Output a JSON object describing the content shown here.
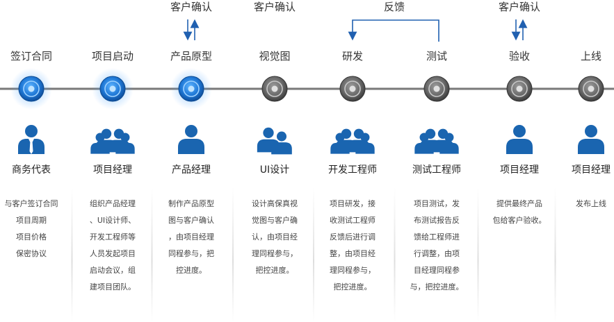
{
  "colors": {
    "active": "#1e6fc1",
    "inactive": "#666666",
    "icon_blue": "#1a65b0",
    "arrow": "#2060b0"
  },
  "top_notes": [
    {
      "id": "confirm-1",
      "text": "客户确认",
      "arrows": "updown"
    },
    {
      "id": "confirm-2",
      "text": "客户确认",
      "arrows": "none"
    },
    {
      "id": "feedback",
      "text": "反馈",
      "arrows": "loop"
    },
    {
      "id": "confirm-3",
      "text": "客户确认",
      "arrows": "updown"
    }
  ],
  "stages": [
    {
      "label": "签订合同",
      "active": true,
      "icon": "single-person-tie-icon",
      "role": "商务代表",
      "desc": [
        "与客户签订合同",
        "项目周期",
        "项目价格",
        "保密协议"
      ]
    },
    {
      "label": "项目启动",
      "active": true,
      "icon": "group-icon",
      "role": "项目经理",
      "desc": [
        "组织产品经理",
        "、UI设计师、",
        "开发工程师等",
        "人员发起项目",
        "启动会议，组",
        "建项目团队。"
      ]
    },
    {
      "label": "产品原型",
      "active": true,
      "icon": "single-person-icon",
      "role": "产品经理",
      "desc": [
        "制作产品原型",
        "图与客户确认",
        "，由项目经理",
        "同程参与，把",
        "控进度。"
      ]
    },
    {
      "label": "视觉图",
      "active": false,
      "icon": "pair-icon",
      "role": "UI设计",
      "desc": [
        "设计高保真视",
        "觉图与客户确",
        "认，由项目经",
        "理同程参与，",
        "把控进度。"
      ]
    },
    {
      "label": "研发",
      "active": false,
      "icon": "group-icon",
      "role": "开发工程师",
      "desc": [
        "项目研发，接",
        "收测试工程师",
        "反馈后进行调",
        "整，由项目经",
        "理同程参与，",
        "把控进度。"
      ]
    },
    {
      "label": "测试",
      "active": false,
      "icon": "group-icon",
      "role": "测试工程师",
      "desc": [
        "项目测试，发",
        "布测试报告反",
        "馈给工程师进",
        "行调整，由项",
        "目经理同程参",
        "与，把控进度。"
      ]
    },
    {
      "label": "验收",
      "active": false,
      "icon": "single-person-icon",
      "role": "项目经理",
      "desc": [
        "提供最终产品",
        "包给客户验收。"
      ]
    },
    {
      "label": "上线",
      "active": false,
      "icon": "single-person-icon",
      "role": "项目经理",
      "desc": [
        "发布上线"
      ]
    }
  ]
}
